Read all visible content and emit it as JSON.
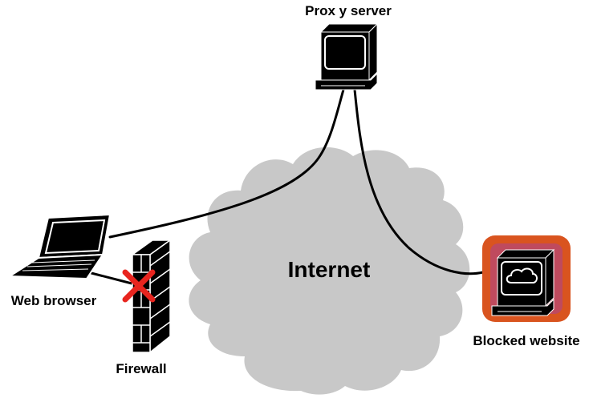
{
  "nodes": {
    "proxy": {
      "label": "Prox y server"
    },
    "browser": {
      "label": "Web browser"
    },
    "firewall": {
      "label": "Firewall"
    },
    "blocked": {
      "label": "Blocked website"
    },
    "internet": {
      "label": "Internet"
    }
  },
  "colors": {
    "cloud": "#c8c8c8",
    "block_outer": "#d9541f",
    "block_inner": "#bf4a5e",
    "cross": "#e8251f",
    "line": "#000000"
  }
}
